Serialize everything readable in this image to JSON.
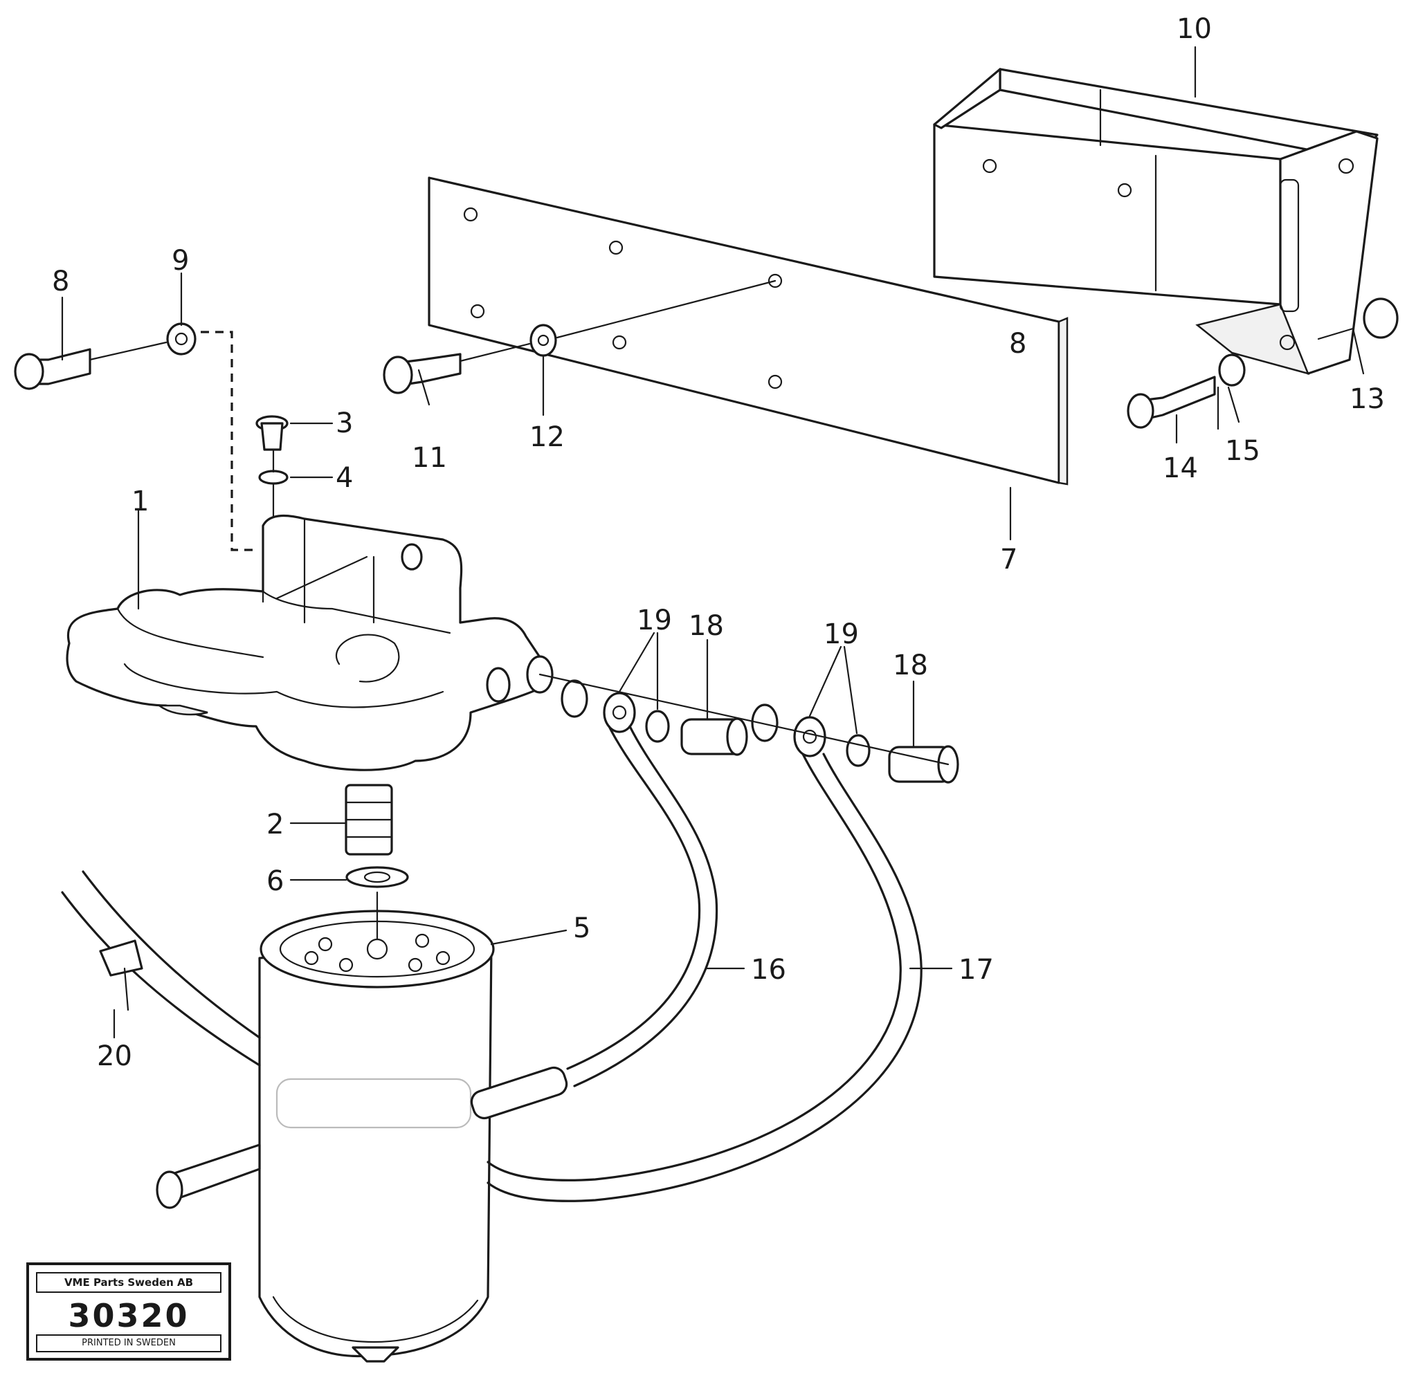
{
  "callouts": {
    "c1": "1",
    "c2": "2",
    "c3": "3",
    "c4": "4",
    "c5": "5",
    "c6": "6",
    "c7": "7",
    "c8a": "8",
    "c8b": "8",
    "c9": "9",
    "c10": "10",
    "c11": "11",
    "c12": "12",
    "c13": "13",
    "c14": "14",
    "c15": "15",
    "c16": "16",
    "c17": "17",
    "c18a": "18",
    "c18b": "18",
    "c19a": "19",
    "c19b": "19",
    "c20": "20"
  },
  "stamp": {
    "publisher": "VME Parts Sweden AB",
    "number": "30320",
    "footer": "PRINTED IN SWEDEN"
  }
}
